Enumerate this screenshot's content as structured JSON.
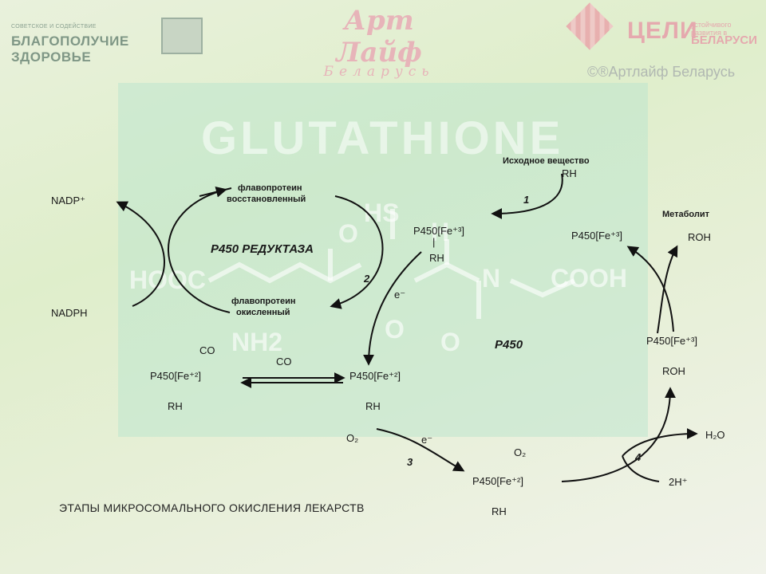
{
  "header": {
    "logo_left_small": "СОВЕТСКОЕ И СОДЕЙСТВИЕ",
    "logo_left_big": "БЛАГОПОЛУЧИЕ ЗДОРОВЬЕ",
    "logo_mid_top": "Арт Лайф",
    "logo_mid_bottom": "Беларусь",
    "logo_right_word": "ЦЕЛИ",
    "logo_right_small": "устойчивого развития в",
    "logo_right_country": "БЕЛАРУСИ",
    "copyright": "©®Артлайф Беларусь"
  },
  "watermark": {
    "title": "GLUTATHIONE",
    "formula": [
      "HS",
      "O",
      "H",
      "HOOC",
      "N",
      "COOH",
      "NH2",
      "O",
      "O"
    ]
  },
  "labels": {
    "nadp_plus": "NADP⁺",
    "nadph": "NADPH",
    "flavo_reduced_1": "флавопротеин",
    "flavo_reduced_2": "восстановленный",
    "reductase": "P450 РЕДУКТАЗА",
    "flavo_oxidized_1": "флавопротеин",
    "flavo_oxidized_2": "окисленный",
    "step2": "2",
    "step1": "1",
    "step3": "3",
    "step4": "4",
    "substrate_title": "Исходное вещество",
    "substrate_rh": "RH",
    "p450_fe3_top_left": "P450[Fe⁺³]",
    "p450_fe3_top_left_bar": "|",
    "p450_fe3_top_left_rh": "RH",
    "p450_fe3_top_right": "P450[Fe⁺³]",
    "metabolite_title": "Метаболит",
    "metabolite": "ROH",
    "electron1": "e⁻",
    "p450_label": "P450",
    "co_top": "CO",
    "co_mid": "CO",
    "p450_fe2_co": "P450[Fe⁺²]",
    "p450_fe2_co_rh": "RH",
    "p450_fe2_mid": "P450[Fe⁺²]",
    "p450_fe2_mid_rh": "RH",
    "p450_fe3_roh": "P450[Fe⁺³]",
    "p450_fe3_roh_sub": "ROH",
    "o2_left": "O₂",
    "electron2": "e⁻",
    "o2_top": "O₂",
    "p450_fe2_o2": "P450[Fe⁺²]",
    "p450_fe2_o2_rh": "RH",
    "h2o": "H₂O",
    "two_h": "2H⁺",
    "caption": "ЭТАПЫ МИКРОСОМАЛЬНОГО ОКИСЛЕНИЯ ЛЕКАРСТВ"
  }
}
